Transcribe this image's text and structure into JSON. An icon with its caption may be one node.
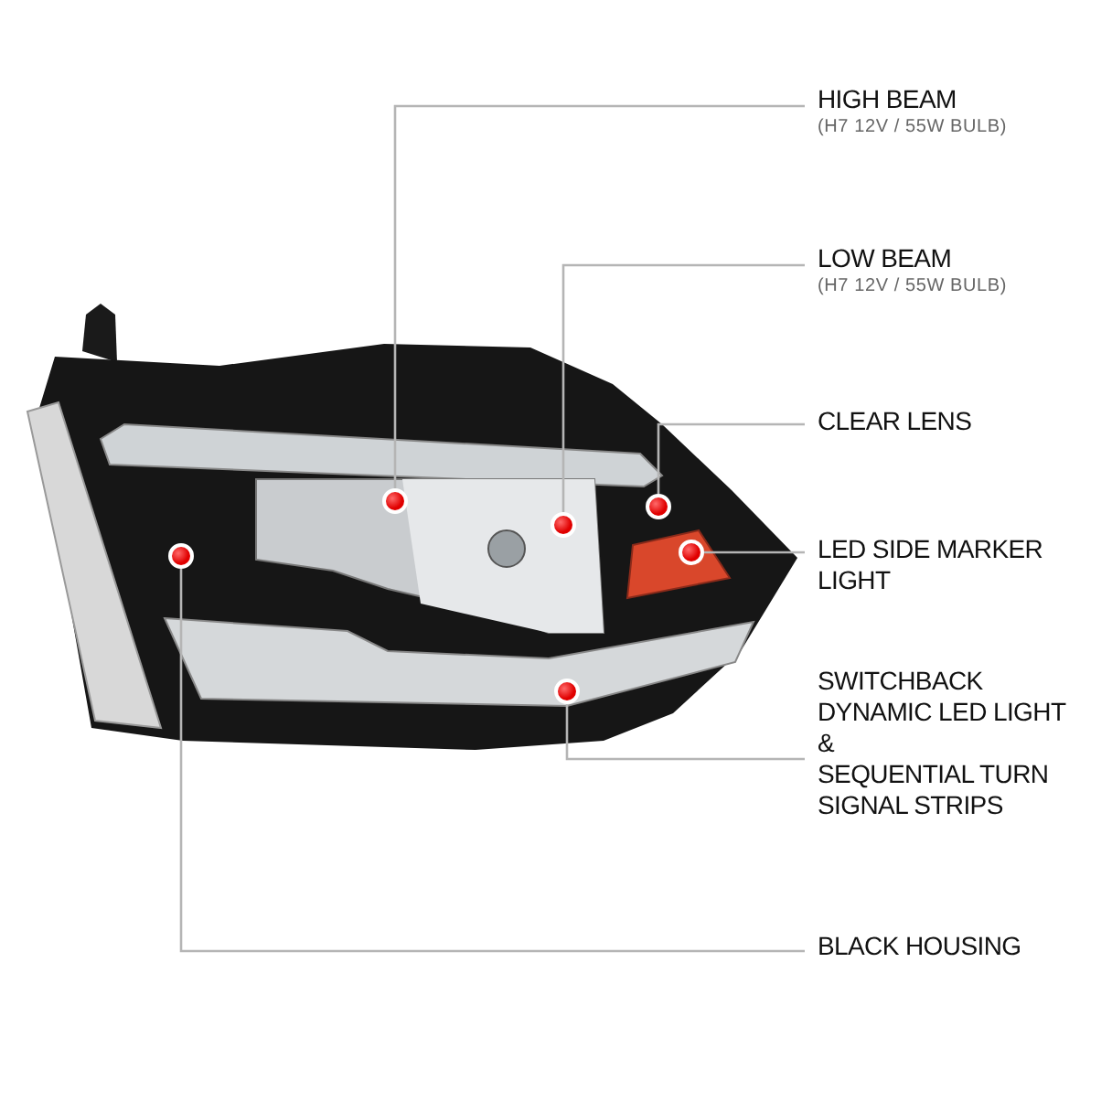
{
  "diagram": {
    "nodes": [
      {
        "text": [
          "HIGH BEAM",
          "(H7 12V / 55W BULB)"
        ]
      },
      {
        "text": [
          "LOW BEAM",
          "(H7 12V / 55W BULB)"
        ]
      },
      {
        "text": [
          "CLEAR LENS"
        ]
      },
      {
        "text": [
          "LED SIDE MARKER LIGHT"
        ]
      },
      {
        "text": [
          "SWITCHBACK DYNAMIC LED LIGHT",
          "&",
          "SEQUENTIAL TURN SIGNAL STRIPS"
        ]
      },
      {
        "text": [
          "BLACK HOUSING"
        ]
      },
      {
        "text": [],
        "shape": "circle"
      },
      {
        "text": [],
        "shape": "circle"
      },
      {
        "text": [],
        "shape": "circle"
      },
      {
        "text": [],
        "shape": "circle"
      },
      {
        "text": [],
        "shape": "circle"
      },
      {
        "text": [],
        "shape": "circle"
      }
    ],
    "edges": [
      {
        "from": 0,
        "to": 7,
        "arrow": "none"
      },
      {
        "from": 1,
        "to": 8,
        "arrow": "none"
      },
      {
        "from": 2,
        "to": 9,
        "arrow": "none"
      },
      {
        "from": 3,
        "to": 10,
        "arrow": "none"
      },
      {
        "from": 4,
        "to": 11,
        "arrow": "none"
      },
      {
        "from": 5,
        "to": 6,
        "arrow": "none"
      }
    ]
  }
}
